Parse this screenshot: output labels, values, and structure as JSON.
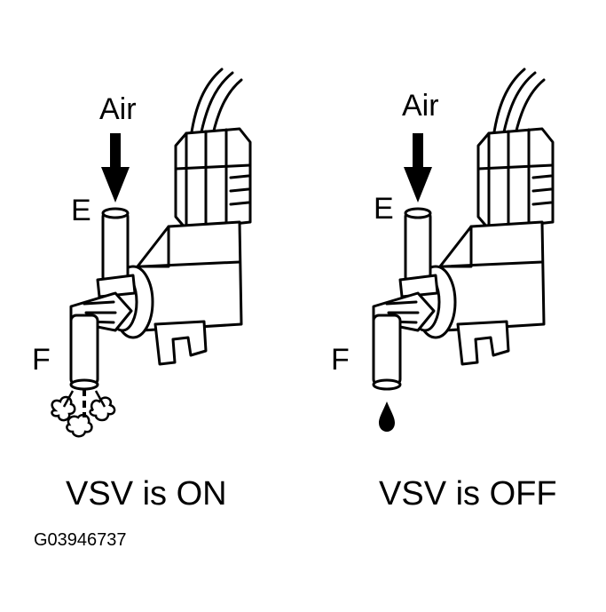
{
  "diagram": {
    "panels": [
      {
        "id": "on",
        "air_label": "Air",
        "inlet_label": "E",
        "outlet_label": "F",
        "caption": "VSV is ON",
        "outlet_flow": "air-puff"
      },
      {
        "id": "off",
        "air_label": "Air",
        "inlet_label": "E",
        "outlet_label": "F",
        "caption": "VSV is OFF",
        "outlet_flow": "drip"
      }
    ],
    "figure_code": "G03946737"
  }
}
